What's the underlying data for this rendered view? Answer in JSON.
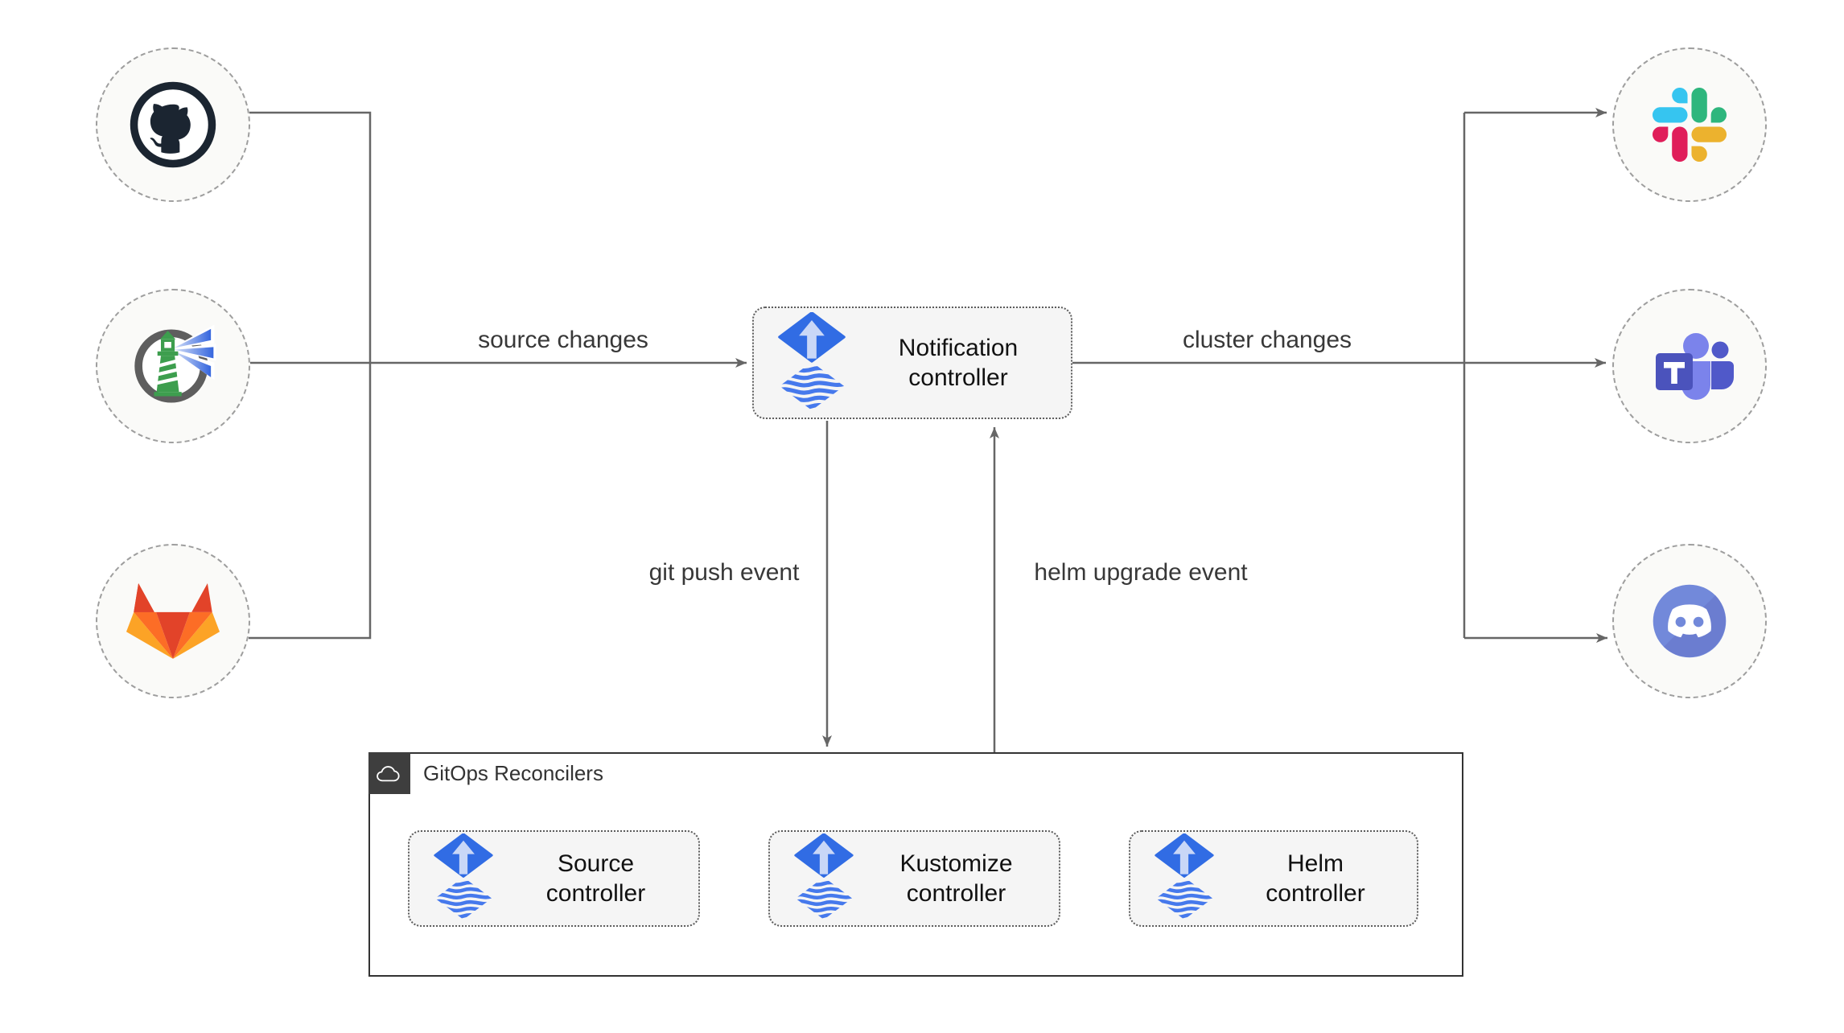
{
  "diagram": {
    "type": "flux-notification-architecture"
  },
  "nodes": {
    "github": {
      "icon": "github-icon"
    },
    "harbor": {
      "icon": "harbor-icon"
    },
    "gitlab": {
      "icon": "gitlab-icon"
    },
    "slack": {
      "icon": "slack-icon"
    },
    "teams": {
      "icon": "teams-icon"
    },
    "discord": {
      "icon": "discord-icon"
    },
    "notification": {
      "label": "Notification controller",
      "icon": "flux-icon"
    }
  },
  "edges": {
    "source_changes": {
      "label": "source changes"
    },
    "cluster_changes": {
      "label": "cluster changes"
    },
    "git_push": {
      "label": "git push event"
    },
    "helm_upgrade": {
      "label": "helm upgrade event"
    }
  },
  "container": {
    "title": "GitOps Reconcilers",
    "icon": "cloud-icon",
    "controllers": [
      {
        "label": "Source controller",
        "icon": "flux-icon"
      },
      {
        "label": "Kustomize controller",
        "icon": "flux-icon"
      },
      {
        "label": "Helm controller",
        "icon": "flux-icon"
      }
    ]
  },
  "colors": {
    "line": "#666666",
    "box_fill": "#f5f5f5",
    "box_border": "#5c5c5c",
    "container_border": "#333333",
    "badge_bg": "#3e3e3e",
    "node_fill": "#fafaf8",
    "node_border": "#9e9e9e",
    "flux_blue": "#316ce4",
    "flux_arrow_light": "#c9d7f7",
    "flux_stripe": "#4679ec",
    "slack_blue": "#36c5f0",
    "slack_green": "#2eb67d",
    "slack_red": "#e01e5a",
    "slack_yellow": "#ecb22e",
    "teams_dark": "#4b53bc",
    "teams_light": "#7b83eb",
    "teams_mid": "#5059c9",
    "discord_blurple": "#7289da",
    "gitlab_red": "#e24329",
    "gitlab_orange": "#fc6d26",
    "gitlab_yellow": "#fca326",
    "github_dark": "#1b2531",
    "harbor_gray": "#5e5e5e",
    "harbor_green": "#3d9e4e"
  }
}
